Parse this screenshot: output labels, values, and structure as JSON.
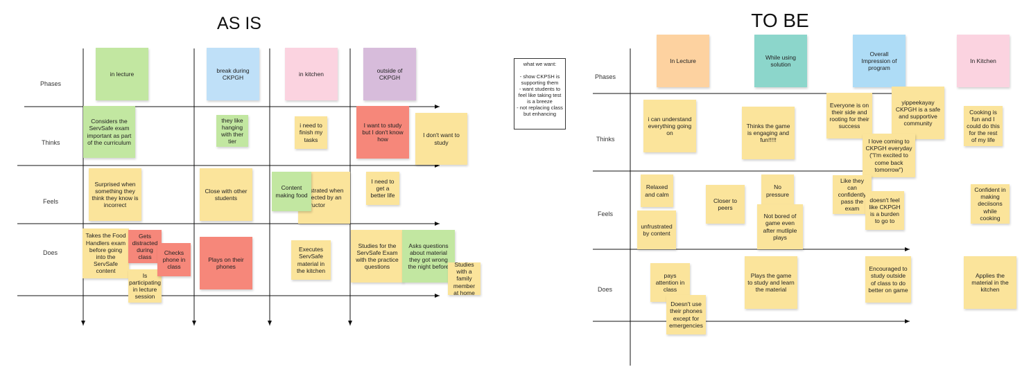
{
  "as_is": {
    "title": "AS IS",
    "rows": {
      "phases": "Phases",
      "thinks": "Thinks",
      "feels": "Feels",
      "does": "Does"
    },
    "phases": [
      "in lecture",
      "break during CKPGH",
      "in kitchen",
      "outside of CKPGH"
    ],
    "thinks": [
      "Considers the ServSafe exam important as part of the curriculum",
      "they like hanging with ther tier",
      "i need to finish my tasks",
      "I want to study but I don't know how",
      "I don't want to study"
    ],
    "feels": [
      "Surprised when something they think they know is incorrect",
      "Close with other students",
      "Content making food",
      "Frustrated when corrected by an instructor",
      "I need to get a better life"
    ],
    "does": [
      "Takes the Food Handlers exam before going into the ServSafe content",
      "Gets distracted during class",
      "Checks phone in class",
      "Is participating in lecture session",
      "Plays on their phones",
      "Executes ServSafe material in the kitchen",
      "Studies for the ServSafe Exam with the practice questions",
      "Asks questions about material they got wrong the night before",
      "Studies with a family member at home"
    ]
  },
  "want_box": "what we want:\n\n- show CKPSH is supporting them\n- want students to feel like taking test is a breeze\n- not replacing class but enhancing",
  "to_be": {
    "title": "TO BE",
    "rows": {
      "phases": "Phases",
      "thinks": "Thinks",
      "feels": "Feels",
      "does": "Does"
    },
    "phases": [
      "In Lecture",
      "While using solution",
      "Overall Impression of program",
      "In Kitchen"
    ],
    "thinks": [
      "i can understand everything going on",
      "Thinks the game is engaging and fun!!!!!",
      "Everyone is on their side and rooting for their success",
      "yippeekayay CKPGH is a safe and supportive community",
      "I love coming to CKPGH everyday (\"I'm excited to come back tomorrow\")",
      "Cooking is fun and I could do this for the rest of my life"
    ],
    "feels": [
      "Relaxed and calm",
      "unfrustrated by content",
      "Closer to peers",
      "No pressure",
      "Not bored of game even after mutliple plays",
      "Like they can confidently pass the exam",
      "doesn't feel like CKPGH is a burden to go to",
      "Confident in making deciisons while cooking"
    ],
    "does": [
      "pays attention in class",
      "Doesn't use their phones except for emergencies",
      "Plays the game to study and learn the material",
      "Encouraged to study outside of class to do better on game",
      "Applies the material in the kitchen"
    ]
  },
  "colors": {
    "yellow": "#fbe49b",
    "green": "#c2e7a1",
    "blue": "#bfe0f8",
    "pink": "#fbd3e0",
    "purple": "#d7bcdb",
    "red": "#f6877a",
    "orange": "#fdd2a0",
    "teal": "#8cd6cb"
  }
}
